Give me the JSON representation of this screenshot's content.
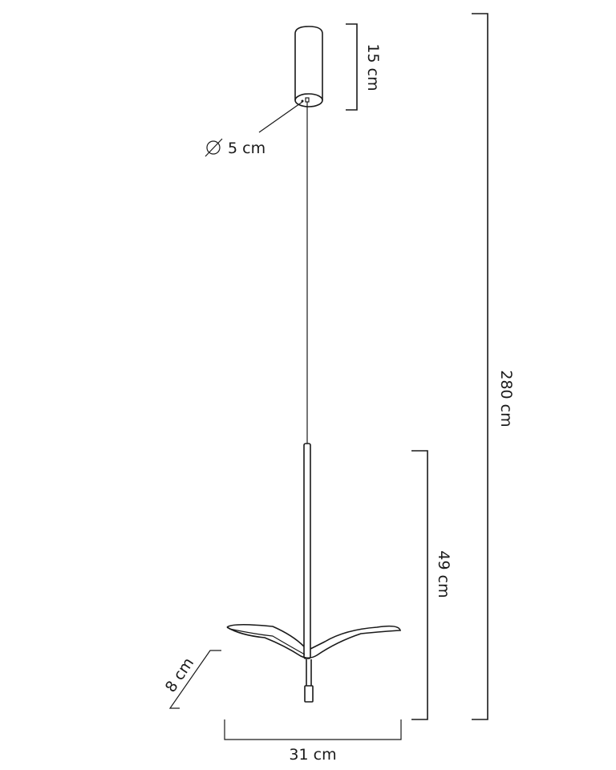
{
  "dimensions": {
    "canopy_height": "15 cm",
    "canopy_diameter": "5 cm",
    "total_height": "280 cm",
    "lamp_height": "49 cm",
    "wing_depth": "8 cm",
    "wing_width": "31 cm"
  },
  "icons": {
    "diameter": "diameter-symbol-icon"
  },
  "colors": {
    "line": "#1a1a1a",
    "background": "#ffffff"
  }
}
